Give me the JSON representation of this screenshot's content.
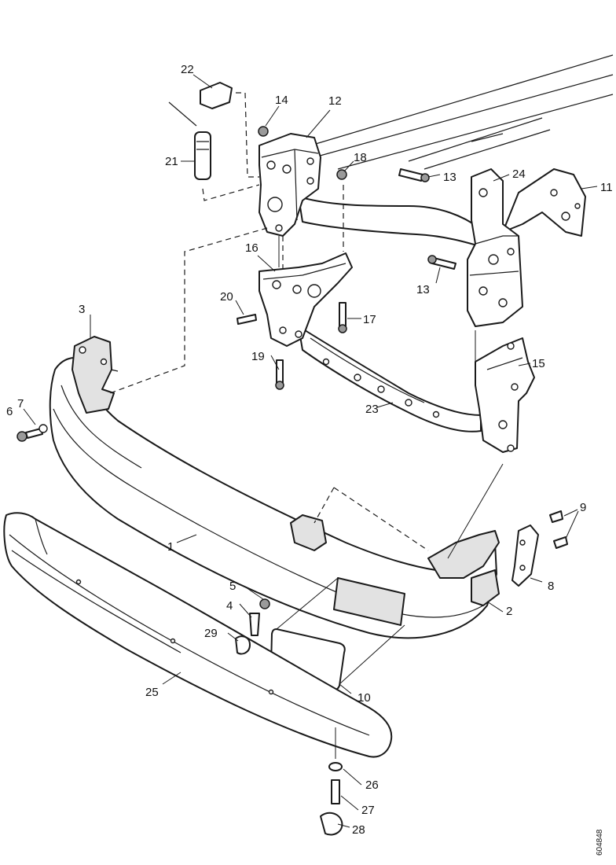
{
  "diagram": {
    "part_numbers": [
      "1",
      "2",
      "3",
      "4",
      "5",
      "6",
      "7",
      "8",
      "9",
      "10",
      "11",
      "12",
      "13",
      "14",
      "15",
      "16",
      "17",
      "18",
      "19",
      "20",
      "21",
      "22",
      "23",
      "24",
      "25",
      "26",
      "27",
      "28",
      "29"
    ],
    "duplicate_labels": {
      "label_13_b": "13"
    },
    "reference_code": "604848"
  }
}
